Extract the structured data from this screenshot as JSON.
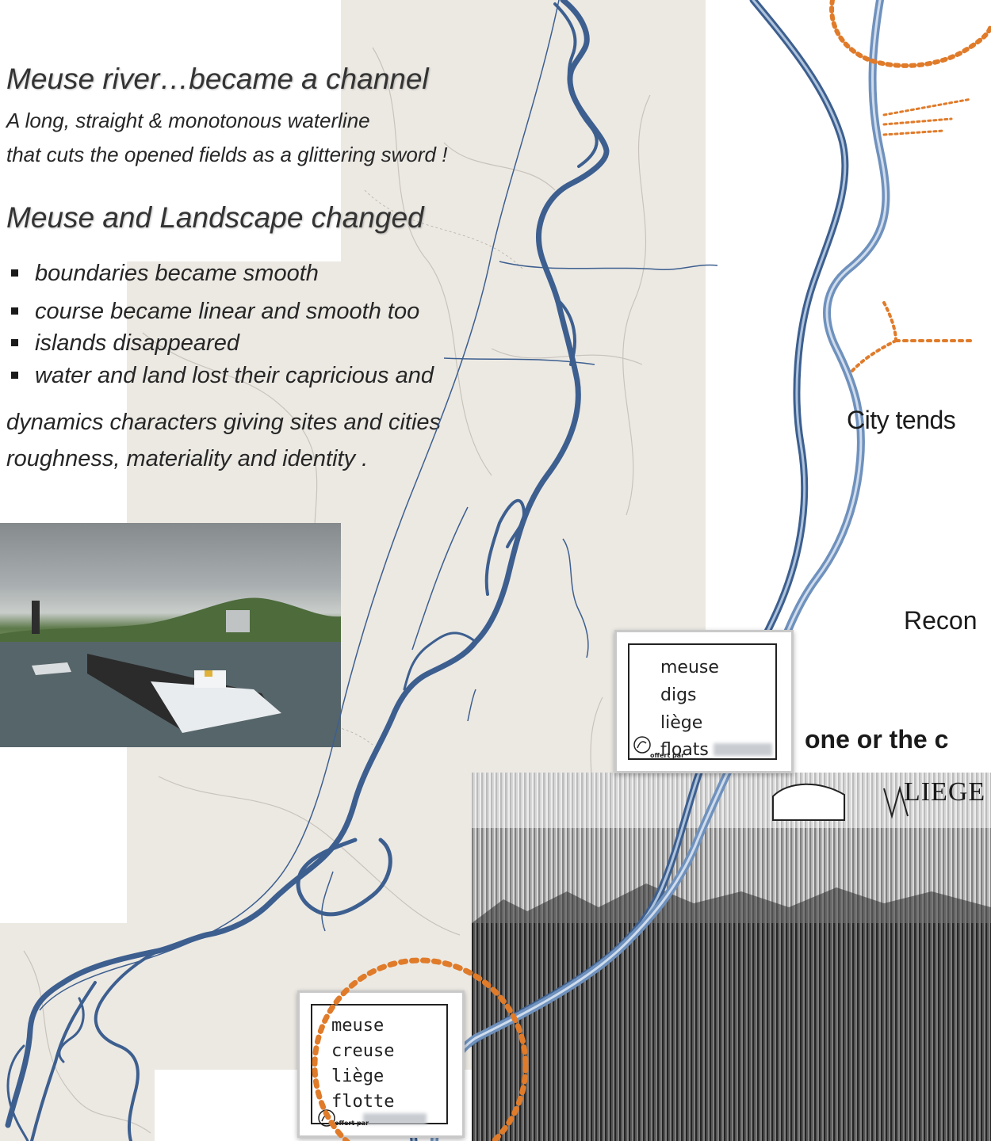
{
  "heading_1": "Meuse river…became a channel",
  "subtitle_lines": [
    "A long, straight & monotonous waterline",
    "that cuts the opened fields as a glittering sword !"
  ],
  "heading_2": "Meuse and Landscape changed",
  "bullets": [
    "boundaries became smooth",
    "course became linear and smooth too",
    "islands disappeared",
    "water and land lost their capricious and"
  ],
  "bullet_continuation": [
    "dynamics characters giving sites and cities",
    "roughness, materiality and identity ."
  ],
  "plaque_small": {
    "lines": [
      "meuse",
      "digs",
      "liège",
      "floats"
    ],
    "footer": "offert par"
  },
  "plaque_large": {
    "lines": [
      "meuse",
      "creuse",
      "liège",
      "flotte"
    ],
    "footer": "offert par"
  },
  "engraving_caption": "LIEGE",
  "right_text": {
    "city": "City tends",
    "recon": "Recon",
    "one": "one or the c"
  },
  "colors": {
    "river": "#3d5f8f",
    "river_light": "#6f91bd",
    "river_highlight": "#aec3dc",
    "accent_dots": "#e07b2a",
    "text": "#333333"
  }
}
